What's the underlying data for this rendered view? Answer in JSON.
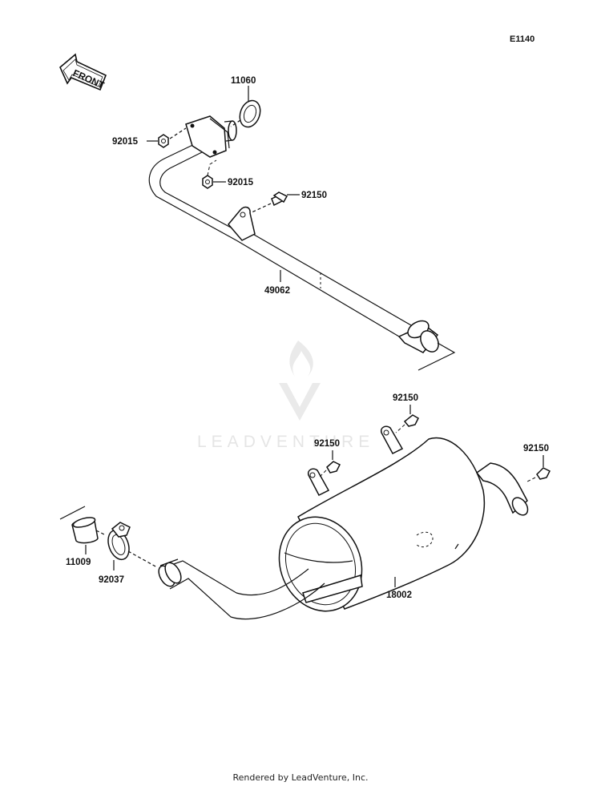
{
  "diagram_code": "E1140",
  "front_label": "FRONT",
  "watermark": "LEADVENTURE",
  "footer": "Rendered by LeadVenture, Inc.",
  "parts": {
    "gasket": "11060",
    "nut_upper": "92015",
    "nut_lower": "92015",
    "bolt_pipe": "92150",
    "exhaust_pipe": "49062",
    "bolt_muffler_top": "92150",
    "bolt_muffler_mid": "92150",
    "bolt_muffler_right": "92150",
    "muffler": "18002",
    "sleeve": "11009",
    "clamp": "92037"
  }
}
